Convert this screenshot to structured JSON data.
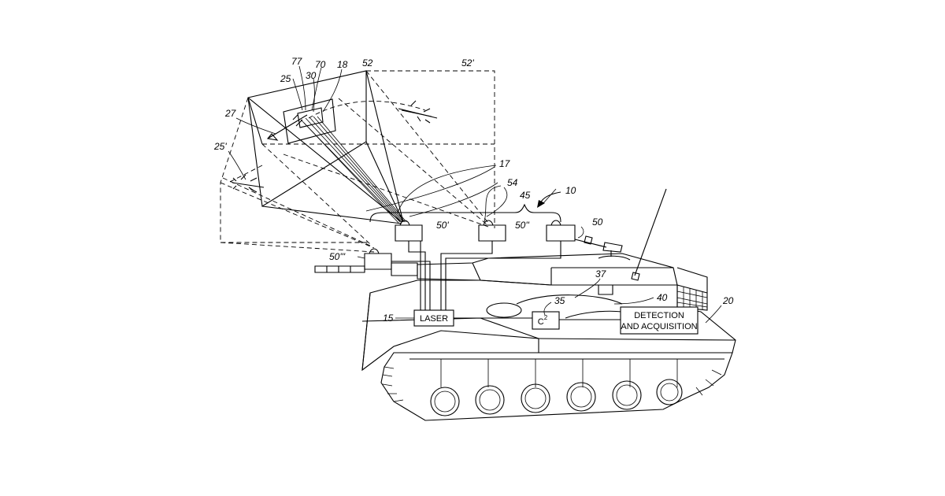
{
  "labels": {
    "ref_77": "77",
    "ref_70": "70",
    "ref_18": "18",
    "ref_52": "52",
    "ref_52p": "52'",
    "ref_25": "25",
    "ref_30": "30",
    "ref_27": "27",
    "ref_25p": "25'",
    "ref_17": "17",
    "ref_54": "54",
    "ref_45": "45",
    "ref_10": "10",
    "ref_50p": "50'",
    "ref_50pp": "50''",
    "ref_50": "50",
    "ref_50ppp": "50'''",
    "ref_37": "37",
    "ref_35": "35",
    "ref_40": "40",
    "ref_20": "20",
    "ref_15": "15"
  },
  "boxes": {
    "laser": "LASER",
    "c2_base": "C",
    "c2_exp": "2",
    "detection_line1": "DETECTION",
    "detection_line2": "AND ACQUISITION"
  }
}
